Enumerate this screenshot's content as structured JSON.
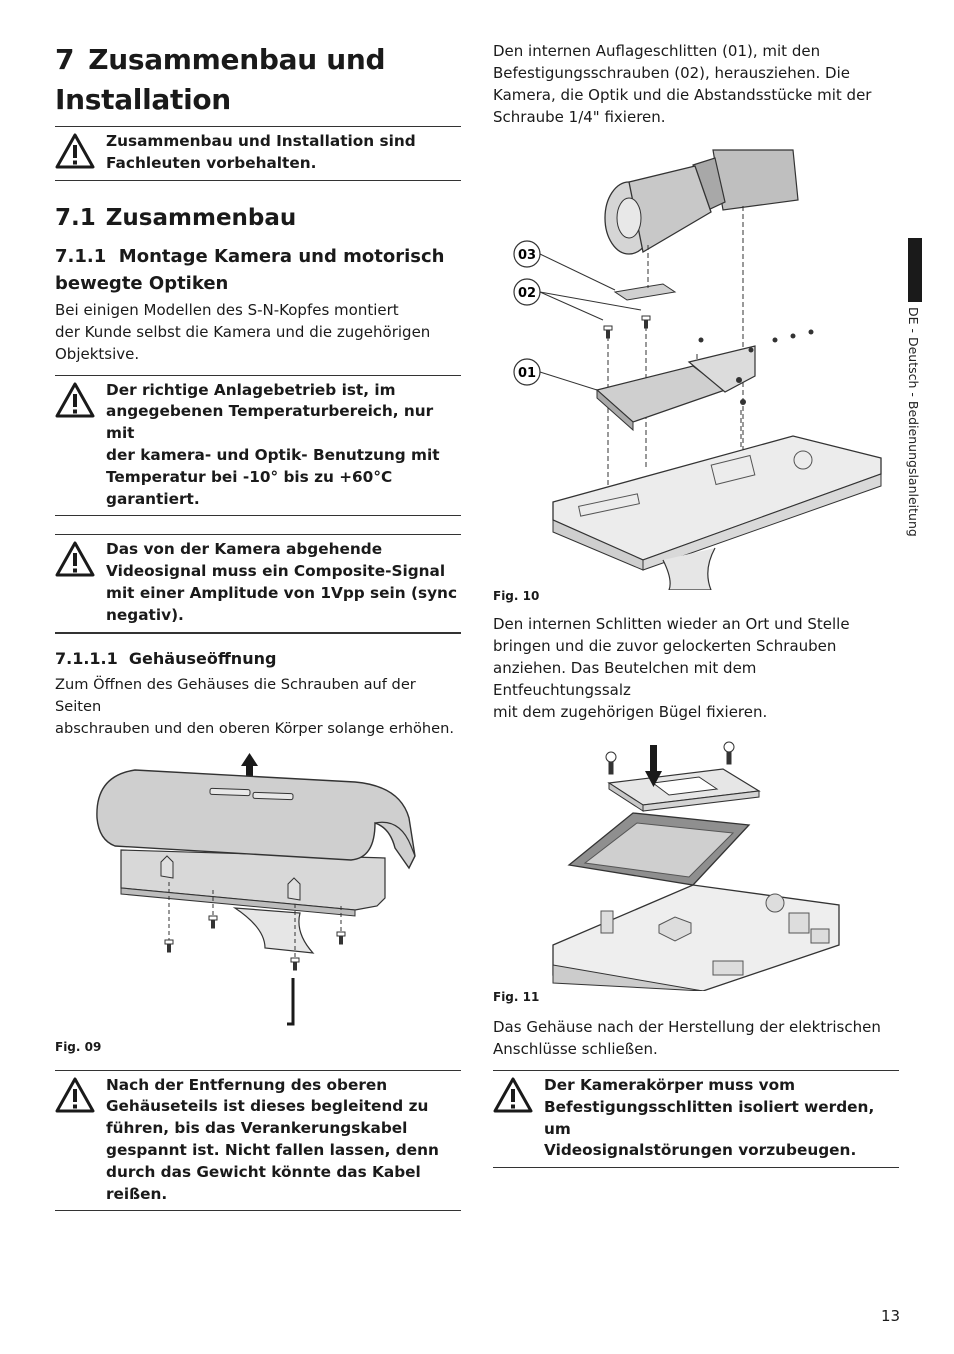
{
  "sidebar": {
    "label": "DE - Deutsch - Bedienungslanleitung"
  },
  "page_number": "13",
  "chapter": {
    "number": "7",
    "title_line1": "Zusammenbau und",
    "title_line2": "Installation"
  },
  "warnings": {
    "w1": {
      "line1": "Zusammenbau und Installation sind",
      "line2": "Fachleuten vorbehalten."
    },
    "w2": {
      "line1": "Der richtige Anlagebetrieb ist, im",
      "line2": "angegebenen Temperaturbereich, nur mit",
      "line3": "der kamera- und Optik- Benutzung mit",
      "line4": "Temperatur bei -10° bis zu +60°C garantiert."
    },
    "w3": {
      "line1": "Das von der Kamera abgehende",
      "line2": "Videosignal muss ein Composite-Signal",
      "line3": "mit einer Amplitude von 1Vpp sein (sync",
      "line4": "negativ)."
    },
    "w4": {
      "line1": "Nach der Entfernung des oberen",
      "line2": "Gehäuseteils ist dieses begleitend zu",
      "line3": "führen, bis das Verankerungskabel",
      "line4": "gespannt ist. Nicht fallen lassen, denn",
      "line5": "durch das Gewicht könnte das Kabel reißen."
    },
    "w5": {
      "line1": "Der Kamerakörper muss vom",
      "line2": "Befestigungsschlitten isoliert werden, um",
      "line3": "Videosignalstörungen vorzubeugen."
    }
  },
  "section_7_1": {
    "number": "7.1",
    "title": "Zusammenbau"
  },
  "section_7_1_1": {
    "number": "7.1.1",
    "title_line1": "Montage Kamera und motorisch",
    "title_line2": "bewegte Optiken"
  },
  "para_models": {
    "line1": "Bei einigen Modellen des S-N-Kopfes montiert",
    "line2": "der Kunde selbst die Kamera und die zugehörigen",
    "line3": "Objektsive."
  },
  "section_7_1_1_1": {
    "number": "7.1.1.1",
    "title": "Gehäuseöffnung"
  },
  "para_open": {
    "line1": "Zum Öffnen des Gehäuses die Schrauben auf der Seiten",
    "line2": "abschrauben und den oberen Körper solange erhöhen."
  },
  "para_slide": {
    "line1": "Den internen Auflageschlitten (01), mit den",
    "line2": "Befestigungsschrauben (02), herausziehen. Die",
    "line3": "Kamera, die Optik und die Abstandsstücke mit der",
    "line4": "Schraube 1/4\" fixieren."
  },
  "para_replace": {
    "line1": "Den internen Schlitten wieder an Ort und Stelle",
    "line2": "bringen und die zuvor gelockerten Schrauben",
    "line3": "anziehen. Das Beutelchen mit dem Entfeuchtungssalz",
    "line4": "mit dem zugehörigen Bügel fixieren."
  },
  "para_close": {
    "line1": "Das Gehäuse nach der Herstellung der elektrischen",
    "line2": "Anschlüsse schließen."
  },
  "figures": {
    "fig09": {
      "caption": "Fig. 09"
    },
    "fig10": {
      "caption": "Fig. 10",
      "callout_03": "03",
      "callout_02": "02",
      "callout_01": "01"
    },
    "fig11": {
      "caption": "Fig. 11"
    }
  }
}
